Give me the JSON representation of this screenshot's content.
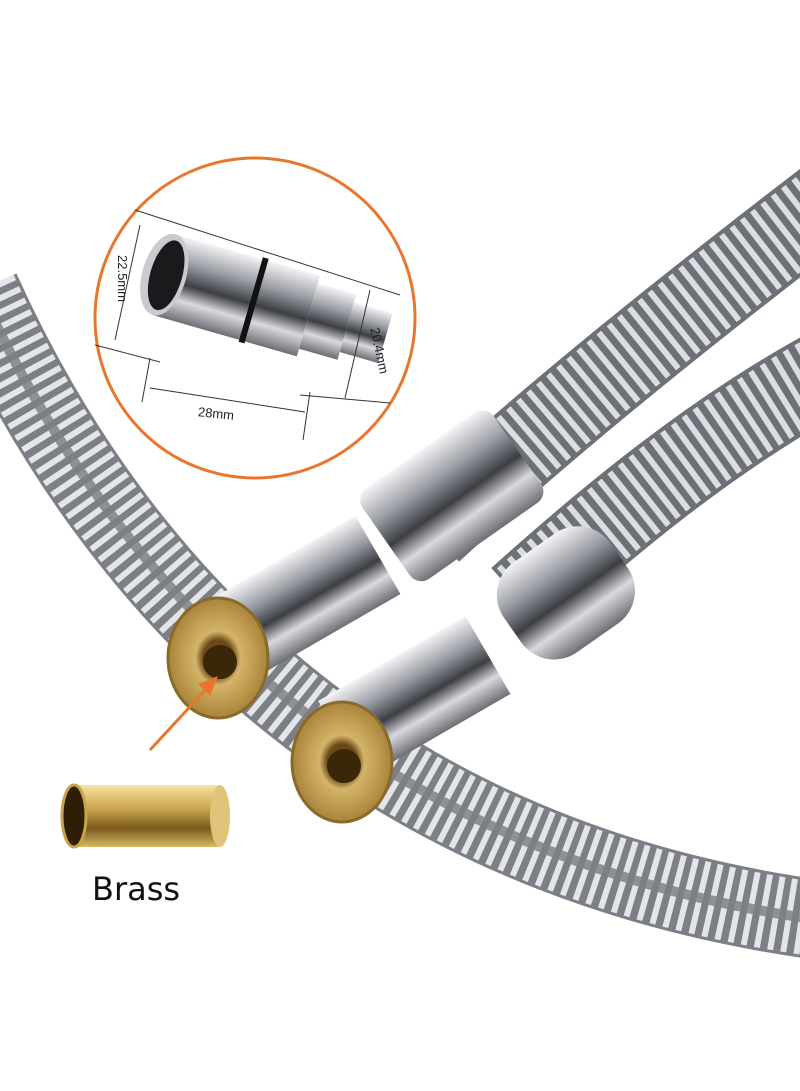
{
  "inset": {
    "diameter_label": "22.5mm",
    "inner_diameter_label": "20.4mm",
    "length_label": "28mm",
    "ring_color": "#e8762d"
  },
  "callout": {
    "material_label": "Brass",
    "brass_color": "#c9a24a",
    "arrow_color": "#e8762d"
  }
}
